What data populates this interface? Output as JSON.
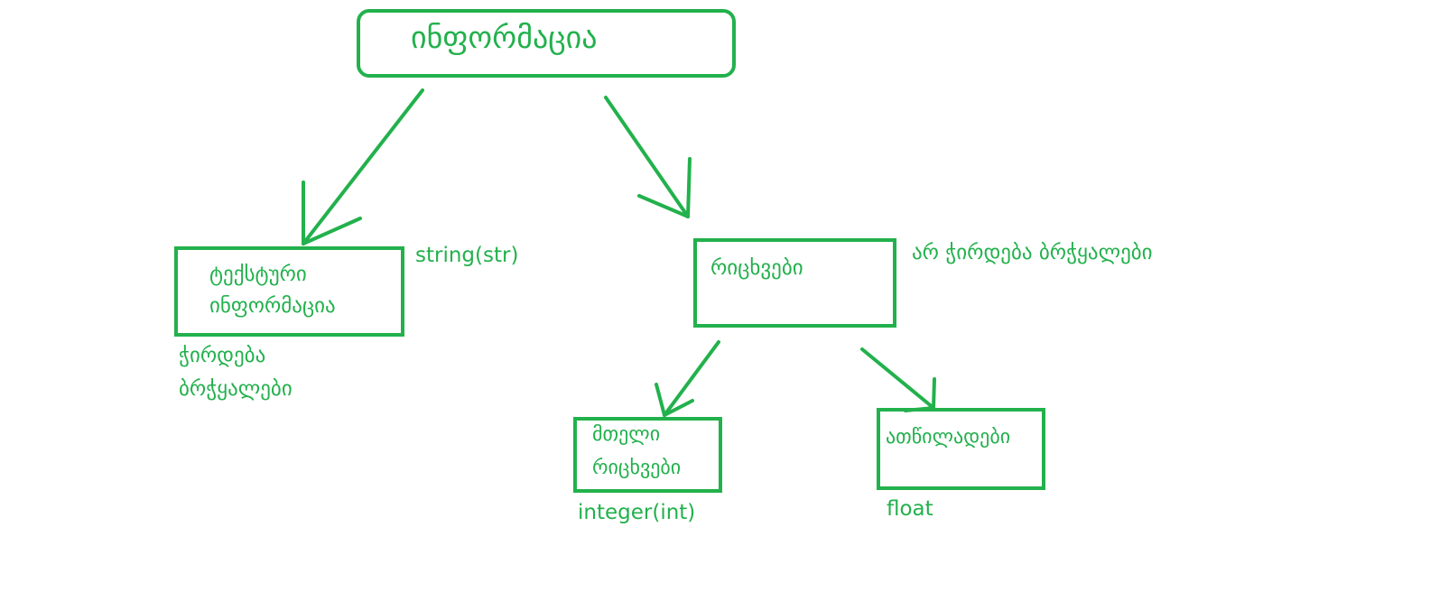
{
  "diagram": {
    "root": {
      "label": "ინფორმაცია"
    },
    "text_node": {
      "line1": "ტექსტური",
      "line2": "ინფორმაცია",
      "type_note": "string(str)",
      "quotes_line1": "ჭირდება",
      "quotes_line2": "ბრჭყალები"
    },
    "numbers_node": {
      "label": "რიცხვები",
      "quotes_note": "არ ჭირდება ბრჭყალები"
    },
    "integer_node": {
      "line1": "მთელი",
      "line2": "რიცხვები",
      "type_note": "integer(int)"
    },
    "float_node": {
      "label": "ათწილადები",
      "type_note": "float"
    },
    "colors": {
      "stroke": "#22b14c",
      "background": "#ffffff"
    }
  }
}
